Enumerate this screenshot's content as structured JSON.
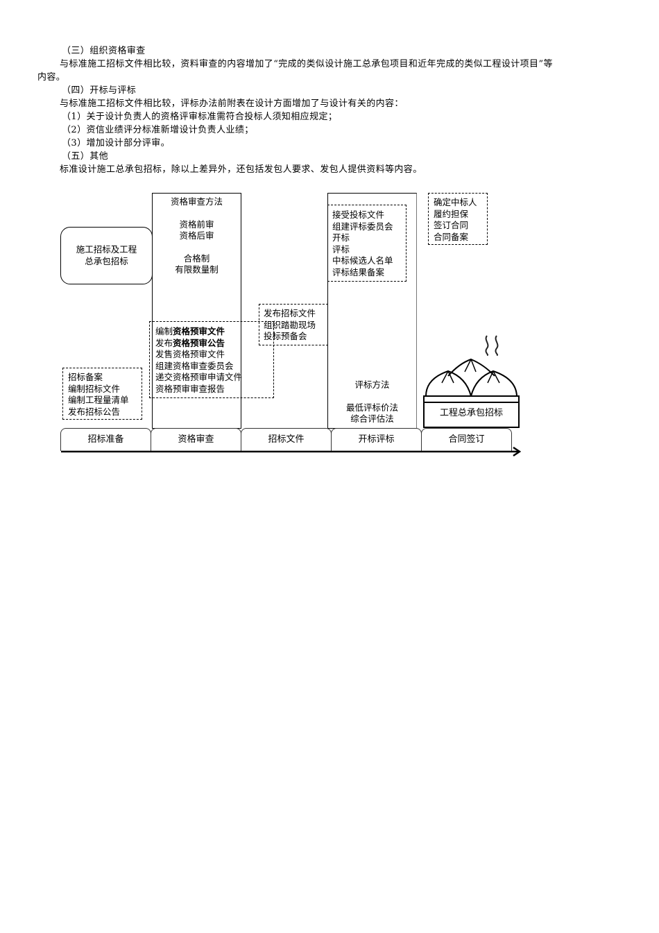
{
  "document": {
    "section3": {
      "heading": "（三）组织资格审查",
      "para_line1": "与标准施工招标文件相比较，资料审查的内容增加了“完成的类似设计施工总承包项目和近年完成的类似工程设计项目”等",
      "para_line2": "内容。"
    },
    "section4": {
      "heading": "（四）开标与评标",
      "intro": "与标准施工招标文件相比较，评标办法前附表在设计方面增加了与设计有关的内容：",
      "items": [
        "（1）关于设计负责人的资格评审标准需符合投标人须知相应规定；",
        "（2）资信业绩评分标准新增设计负责人业绩；",
        "（3）增加设计部分评审。"
      ]
    },
    "section5": {
      "heading": "（五）其他",
      "para": "标准设计施工总承包招标，除以上差异外，还包括发包人要求、发包人提供资料等内容。"
    }
  },
  "diagram": {
    "start_box": {
      "line1": "施工招标及工程",
      "line2": "总承包招标"
    },
    "qualification_column": {
      "title": "资格审查方法",
      "methods": [
        "资格前审",
        "资格后审"
      ],
      "systems": [
        "合格制",
        "有限数量制"
      ]
    },
    "prep_box": {
      "items": [
        "招标备案",
        "编制招标文件",
        "编制工程量清单",
        "发布招标公告"
      ]
    },
    "prequal_box": {
      "items": [
        {
          "prefix": "编制",
          "bold": "资格预审文件"
        },
        {
          "prefix": "发布",
          "bold": "资格预审公告"
        }
      ],
      "plain_items": [
        "发售资格预审文件",
        "组建资格审查委员会",
        "递交资格预审申请文件",
        "资格预审审查报告"
      ]
    },
    "tender_doc_box": {
      "items": [
        "发布招标文件",
        "组织踏勘现场",
        "投标预备会"
      ]
    },
    "bid_eval_column": {
      "steps": [
        "接受投标文件",
        "组建评标委员会",
        "开标",
        "评标",
        "中标候选人名单",
        "评标结果备案"
      ],
      "method_title": "评标方法",
      "methods": [
        "最低评标价法",
        "综合评估法"
      ]
    },
    "contract_box": {
      "items": [
        "确定中标人",
        "履约担保",
        "签订合同",
        "合同备案"
      ]
    },
    "illustration_label": "工程总承包招标",
    "stages": [
      "招标准备",
      "资格审查",
      "招标文件",
      "开标评标",
      "合同签订"
    ]
  }
}
